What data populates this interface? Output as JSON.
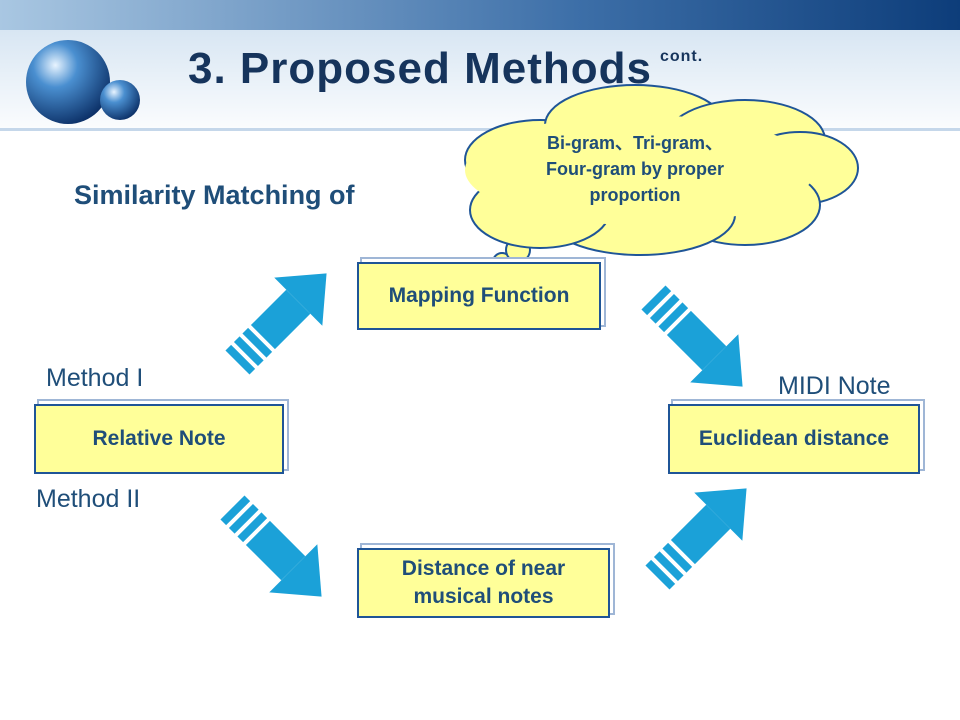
{
  "slide": {
    "title": "3. Proposed Methods",
    "title_suffix": "cont.",
    "subtitle": "Similarity Matching of"
  },
  "cloud": {
    "lines": [
      "Bi-gram、Tri-gram、",
      "Four-gram by proper",
      "proportion"
    ]
  },
  "boxes": {
    "relative_note": "Relative Note",
    "mapping_function": "Mapping Function",
    "distance_line1": "Distance of near",
    "distance_line2": "musical notes",
    "euclidean": "Euclidean distance"
  },
  "labels": {
    "method_1": "Method I",
    "method_2": "Method II",
    "midi_note": "MIDI Note"
  },
  "colors": {
    "box_fill": "#ffff99",
    "box_border": "#1f5597",
    "arrow": "#1ba1d8",
    "header_dark": "#0d3d7a",
    "text_blue": "#1f4e79"
  }
}
